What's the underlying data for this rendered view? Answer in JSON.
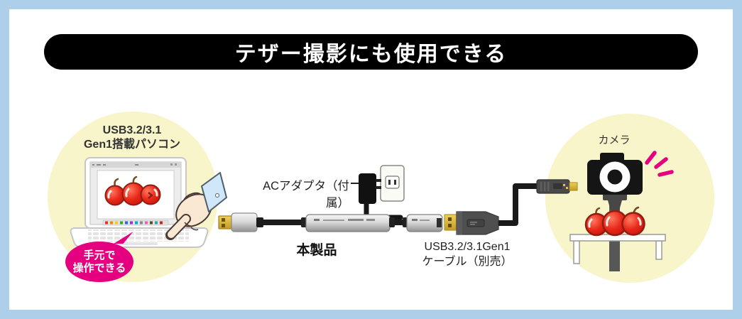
{
  "colors": {
    "border_blue": "#aecfe9",
    "circle_yellow": "#f8f5cb",
    "accent_pink": "#e4007f",
    "banner_bg": "#000000",
    "banner_fg": "#ffffff"
  },
  "banner": {
    "title": "テザー撮影にも使用できる"
  },
  "left_scene": {
    "pc_label_line1": "USB3.2/3.1",
    "pc_label_line2": "Gen1搭載パソコン",
    "bubble_line1": "手元で",
    "bubble_line2": "操作できる"
  },
  "center_scene": {
    "ac_adapter_label": "ACアダプタ（付属）",
    "product_label": "本製品",
    "cable_label_line1": "USB3.2/3.1Gen1",
    "cable_label_line2": "ケーブル（別売）"
  },
  "right_scene": {
    "camera_label": "カメラ"
  },
  "icons": {
    "laptop": "laptop-with-photo-app",
    "hand": "pointing-hand",
    "badge": "speech-bubble",
    "adapter": "ac-adapter",
    "outlet": "wall-outlet",
    "product": "usb-repeater-cable",
    "usb_connector": "usb-a-connector",
    "micro_usb": "micro-usb-connector",
    "camera": "dslr-camera-on-tripod",
    "apples": "red-apples",
    "flash": "shutter-flash-marks",
    "table": "white-table"
  }
}
